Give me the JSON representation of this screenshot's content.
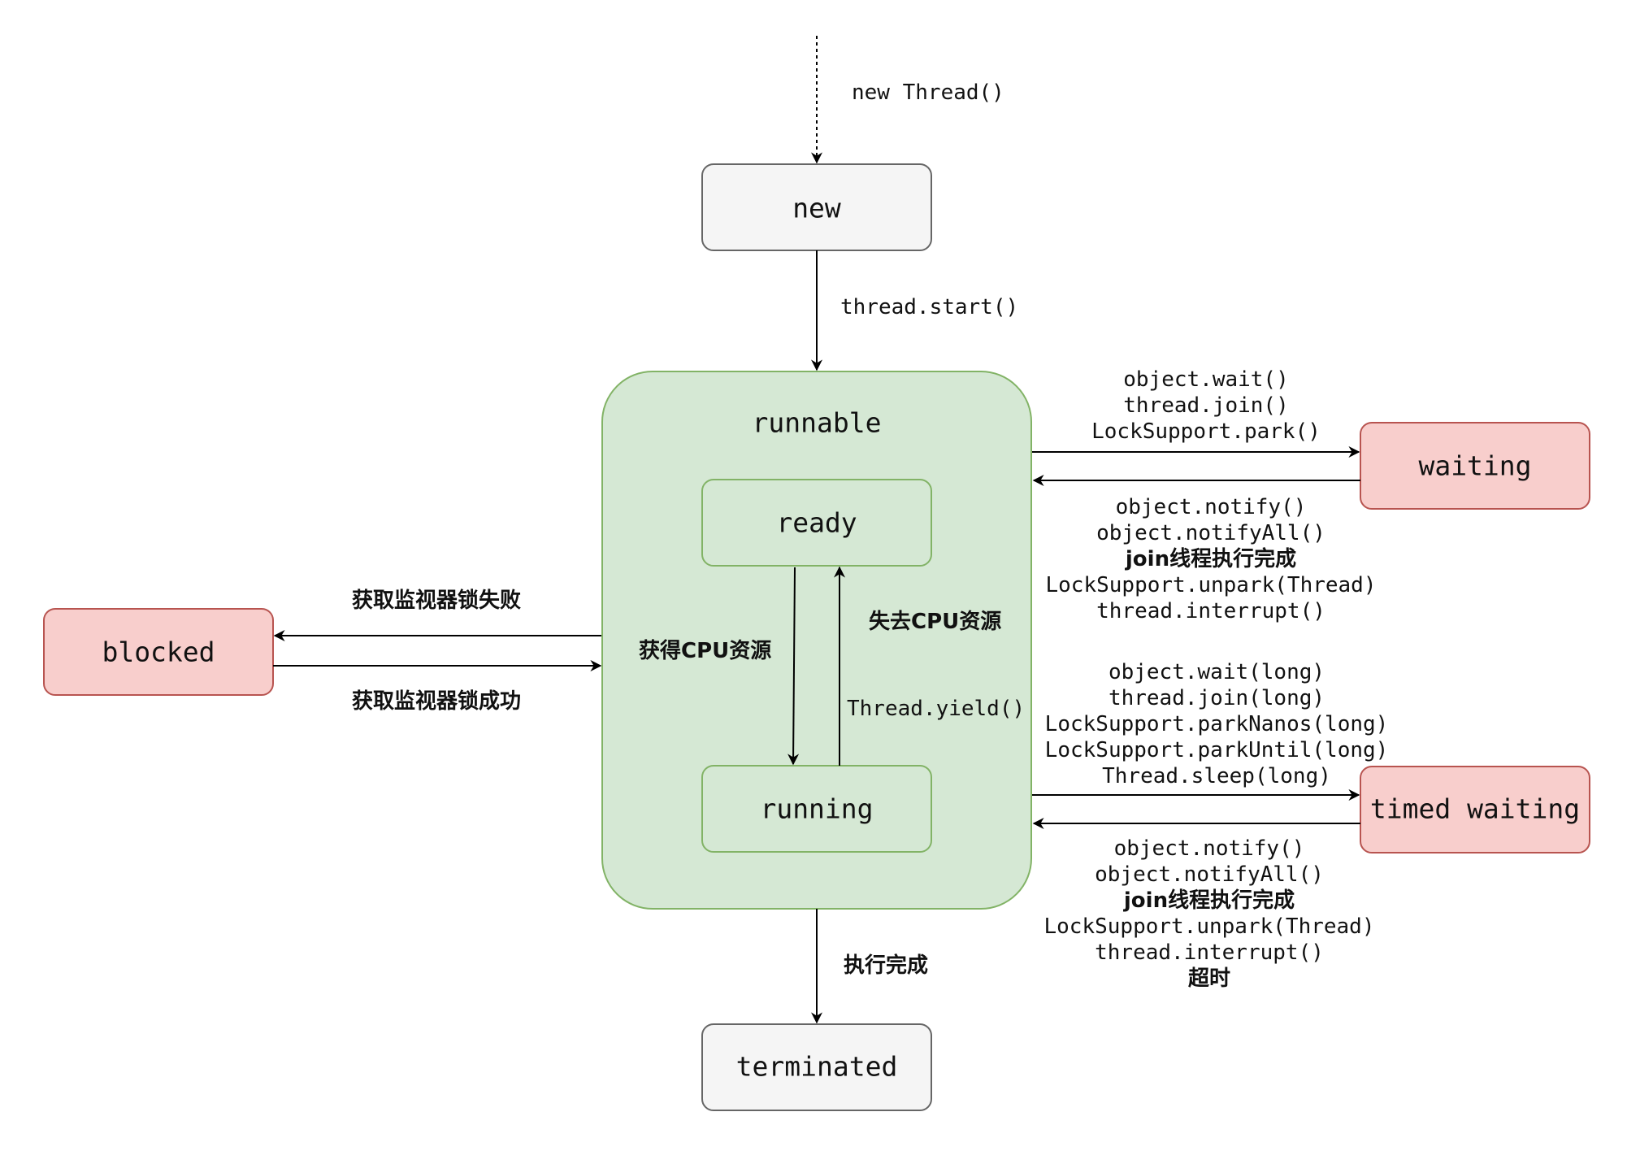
{
  "states": {
    "new": "new",
    "runnable": "runnable",
    "ready": "ready",
    "running": "running",
    "waiting": "waiting",
    "timed_waiting": "timed waiting",
    "blocked": "blocked",
    "terminated": "terminated"
  },
  "transitions": {
    "create": "new Thread()",
    "start": "thread.start()",
    "finish": "执行完成",
    "get_cpu": "获得CPU资源",
    "lose_cpu": "失去CPU资源",
    "yield": "Thread.yield()",
    "lock_fail": "获取监视器锁失败",
    "lock_success": "获取监视器锁成功",
    "to_waiting": [
      "object.wait()",
      "thread.join()",
      "LockSupport.park()"
    ],
    "from_waiting": [
      "object.notify()",
      "object.notifyAll()",
      "join线程执行完成",
      "LockSupport.unpark(Thread)",
      "thread.interrupt()"
    ],
    "to_timed_waiting": [
      "object.wait(long)",
      "thread.join(long)",
      "LockSupport.parkNanos(long)",
      "LockSupport.parkUntil(long)",
      "Thread.sleep(long)"
    ],
    "from_timed_waiting": [
      "object.notify()",
      "object.notifyAll()",
      "join线程执行完成",
      "LockSupport.unpark(Thread)",
      "thread.interrupt()",
      "超时"
    ]
  },
  "colors": {
    "neutral_fill": "#f5f5f5",
    "neutral_stroke": "#666666",
    "runnable_fill": "#d5e8d4",
    "runnable_stroke": "#82b366",
    "alert_fill": "#f8cecc",
    "alert_stroke": "#b85450"
  }
}
